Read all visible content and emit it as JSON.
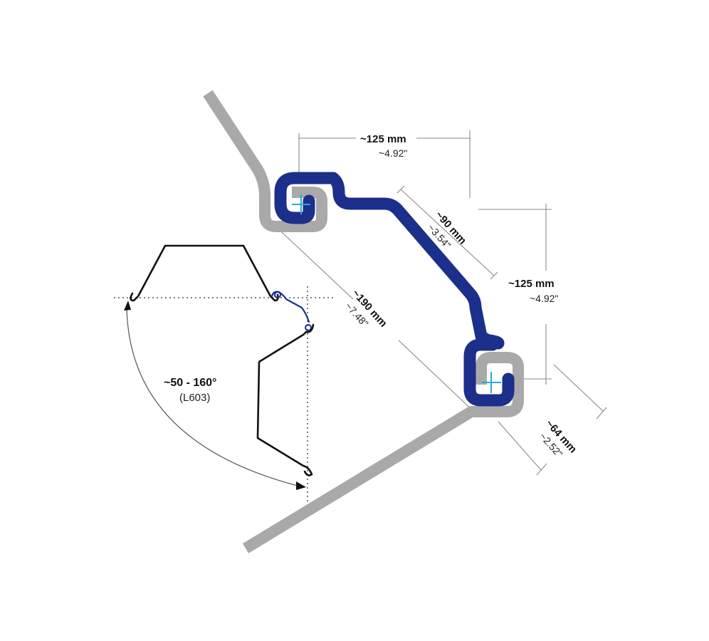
{
  "colors": {
    "gray_sheet": "#a9a9a9",
    "blue_connector": "#1c2f8a",
    "pivot_mark": "#2aa8e0",
    "line_dark": "#111111",
    "dim_line": "#8a8a8a"
  },
  "dimensions": {
    "top_width": {
      "mm": "~125 mm",
      "in": "~4.92\""
    },
    "diagonal_short": {
      "mm": "~90 mm",
      "in": "~3.54\""
    },
    "right_height": {
      "mm": "~125 mm",
      "in": "~4.92\""
    },
    "diagonal_long": {
      "mm": "~190 mm",
      "in": "~7.48\""
    },
    "interlock_depth": {
      "mm": "~64 mm",
      "in": "~2.52\""
    }
  },
  "angle": {
    "range": "~50 - 160°",
    "model": "(L603)"
  }
}
